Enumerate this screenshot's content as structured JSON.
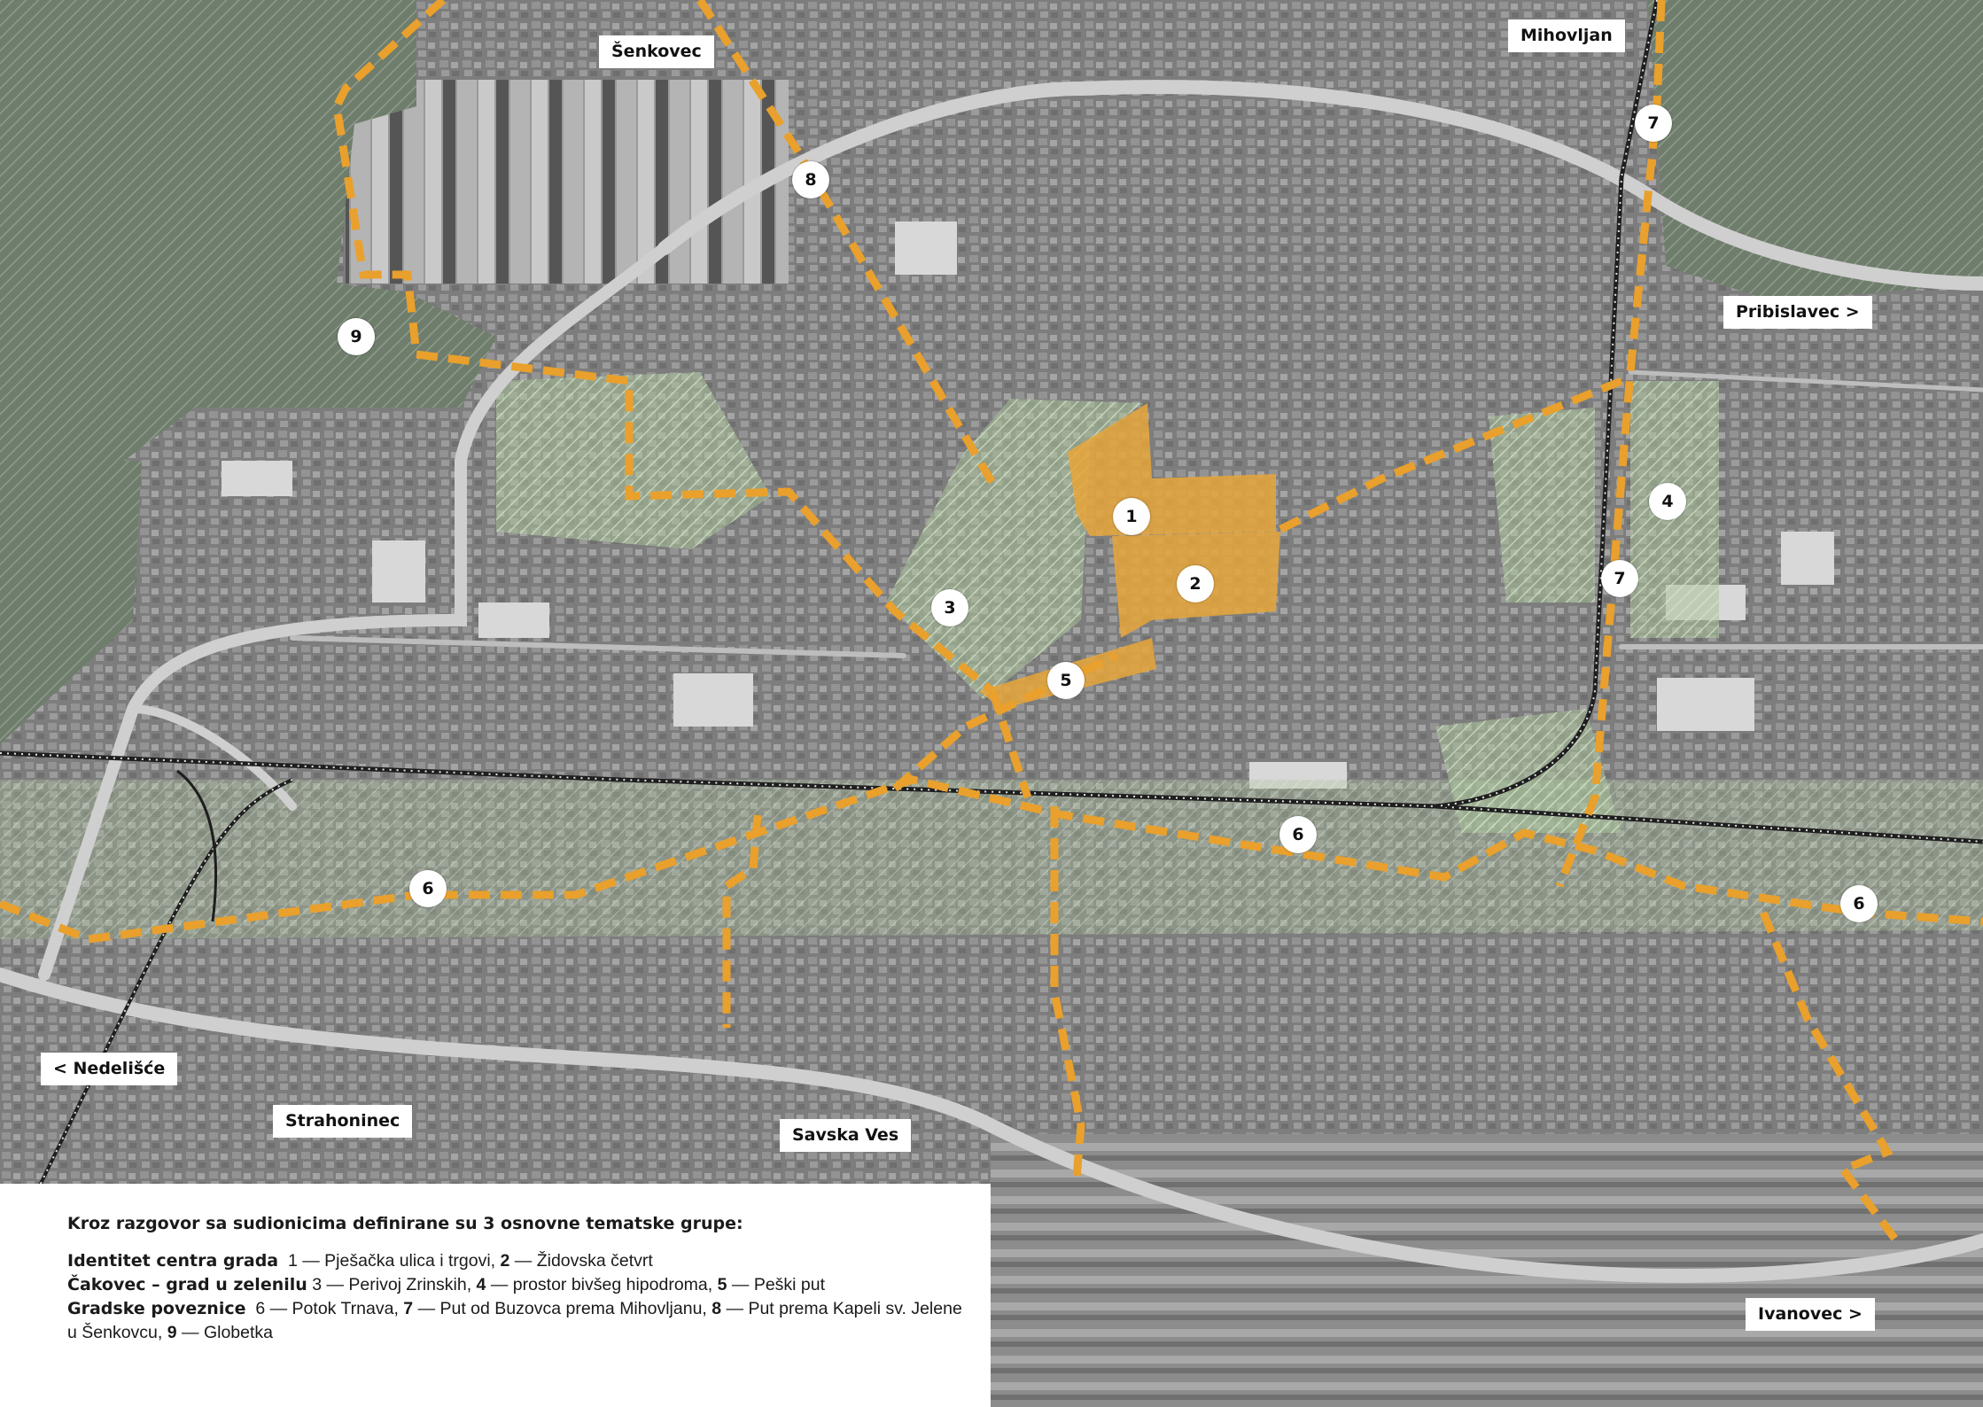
{
  "places": [
    {
      "id": "senkovec",
      "label": "Šenkovec"
    },
    {
      "id": "mihovljan",
      "label": "Mihovljan"
    },
    {
      "id": "pribislavec",
      "label": "Pribislavec >"
    },
    {
      "id": "nedelisce",
      "label": "< Nedelišće"
    },
    {
      "id": "strahoninec",
      "label": "Strahoninec"
    },
    {
      "id": "savska-ves",
      "label": "Savska Ves"
    },
    {
      "id": "ivanovec",
      "label": "Ivanovec >"
    }
  ],
  "markers": [
    "1",
    "2",
    "3",
    "4",
    "5",
    "6",
    "6",
    "6",
    "7",
    "7",
    "8",
    "9"
  ],
  "legend": {
    "title": "Kroz razgovor sa sudionicima definirane su 3 osnovne tematske grupe:",
    "group1": {
      "name": "Identitet centra grada",
      "n1": "1",
      "t1": "Pješačka ulica i trgovi,",
      "n2": "2",
      "t2": "Židovska četvrt"
    },
    "group2": {
      "name": "Čakovec – grad u zelenilu",
      "n3": "3",
      "t3": "Perivoj Zrinskih,",
      "n4": "4",
      "t4": "prostor bivšeg hipodroma,",
      "n5": "5",
      "t5": "Peški put"
    },
    "group3": {
      "name": "Gradske poveznice",
      "n6": "6",
      "t6": "Potok Trnava,",
      "n7": "7",
      "t7": "Put od Buzovca prema Mihovljanu,",
      "n8": "8",
      "t8": "Put prema Kapeli sv. Jelene u Šenkovcu,",
      "n9": "9",
      "t9": "Globetka"
    },
    "dash": "—"
  },
  "colors": {
    "route": "#e9a02c",
    "center_fill": "#e8a63a",
    "green_zone": "#b8d4a8",
    "road": "#c8c8c8",
    "rail": "#1a1a1a",
    "satellite_base": "#8a8a8a"
  }
}
